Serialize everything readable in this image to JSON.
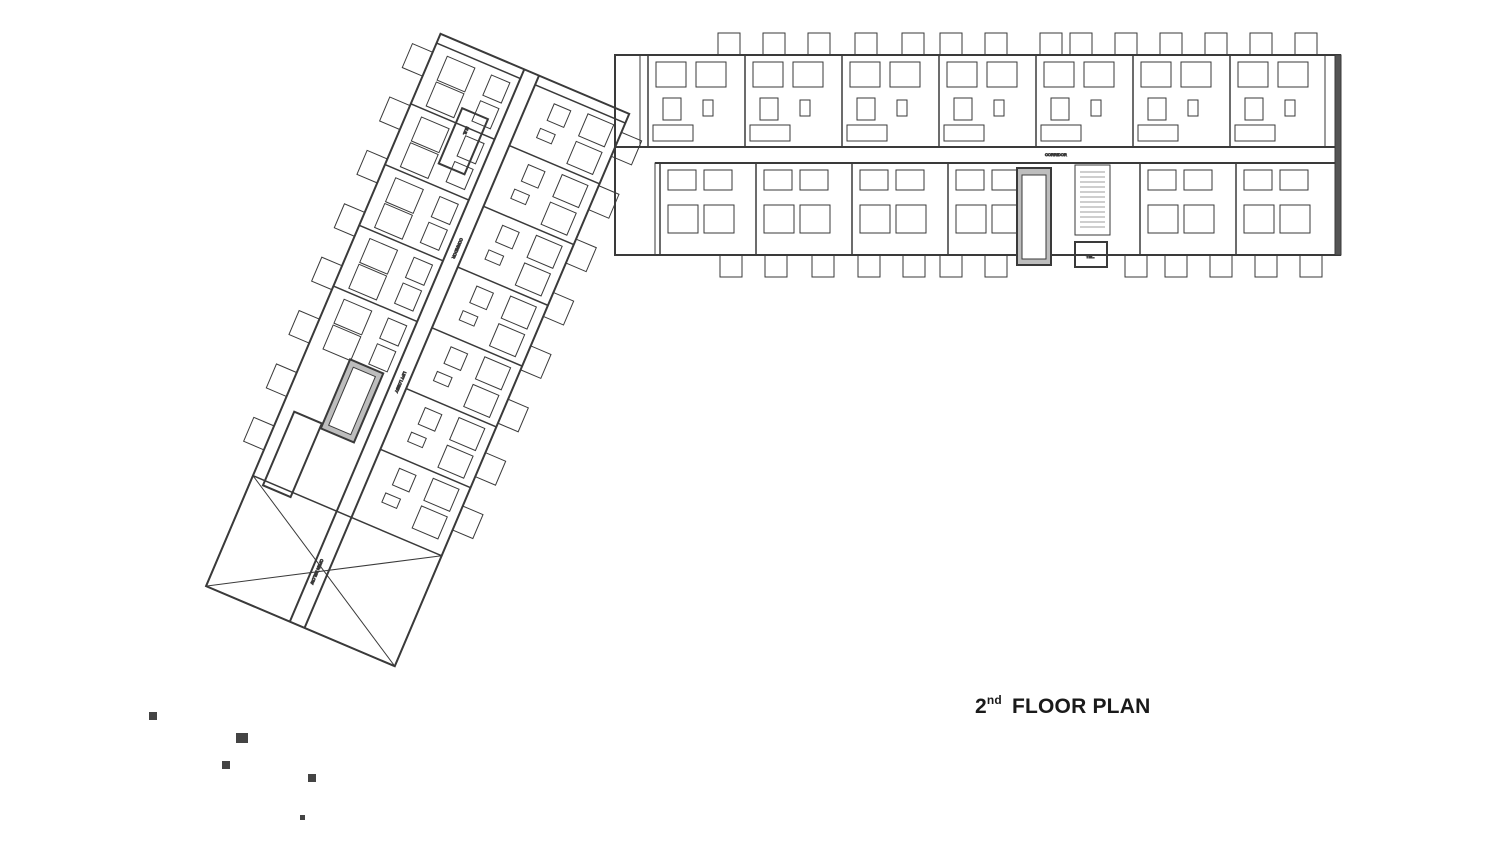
{
  "title": {
    "number": "2",
    "suffix": "nd",
    "text": "FLOOR PLAN"
  },
  "labels": {
    "corridor": "CORRIDOR",
    "lift_lobby": "LIFT LOBBY",
    "open_below": "OPEN BELOW",
    "ele": "ELE.",
    "tel": "TEL."
  },
  "colors": {
    "line": "#3a3a3a",
    "wall": "#2e2e2e",
    "core_fill": "#9a9a9a",
    "background": "#ffffff"
  }
}
